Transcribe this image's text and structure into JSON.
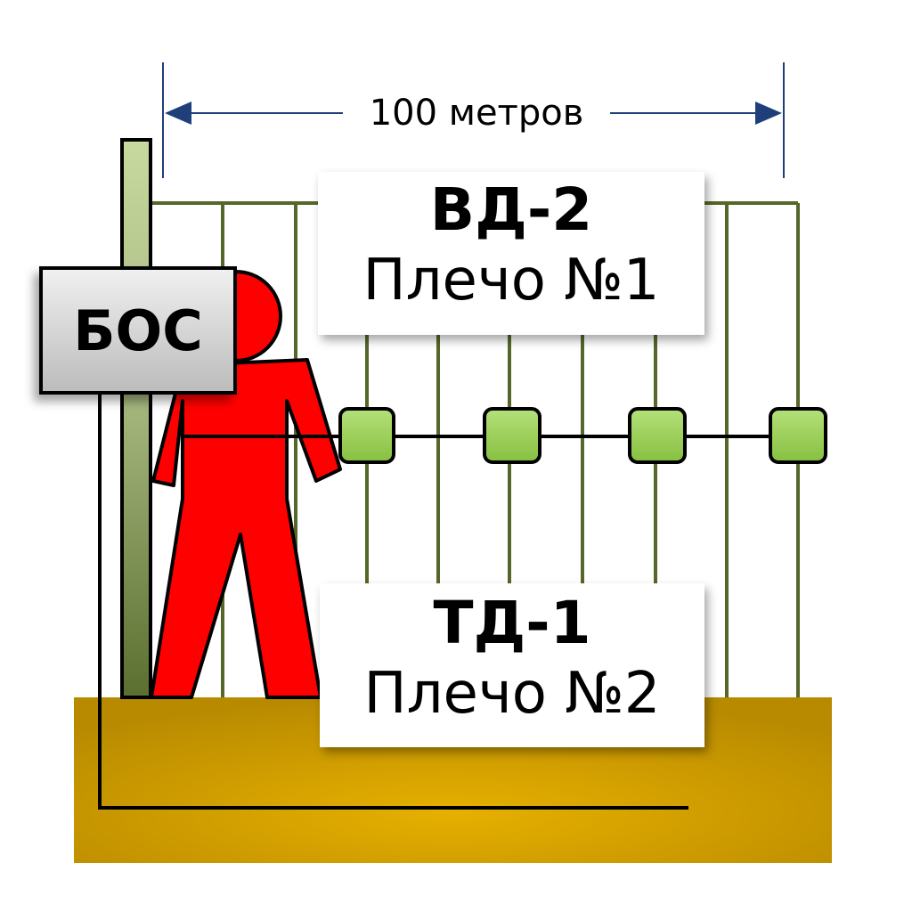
{
  "distance_label": "100 метров",
  "controller": {
    "label": "БОС"
  },
  "zones": [
    {
      "sensor": "ВД-2",
      "arm": "Плечо №1"
    },
    {
      "sensor": "ТД-1",
      "arm": "Плечо №2"
    }
  ],
  "colors": {
    "fence": "#56672a",
    "ground": "#d4a300",
    "intruder": "#ff0000",
    "sensor": "#9dcf5c",
    "arrow": "#1f3f7a"
  }
}
